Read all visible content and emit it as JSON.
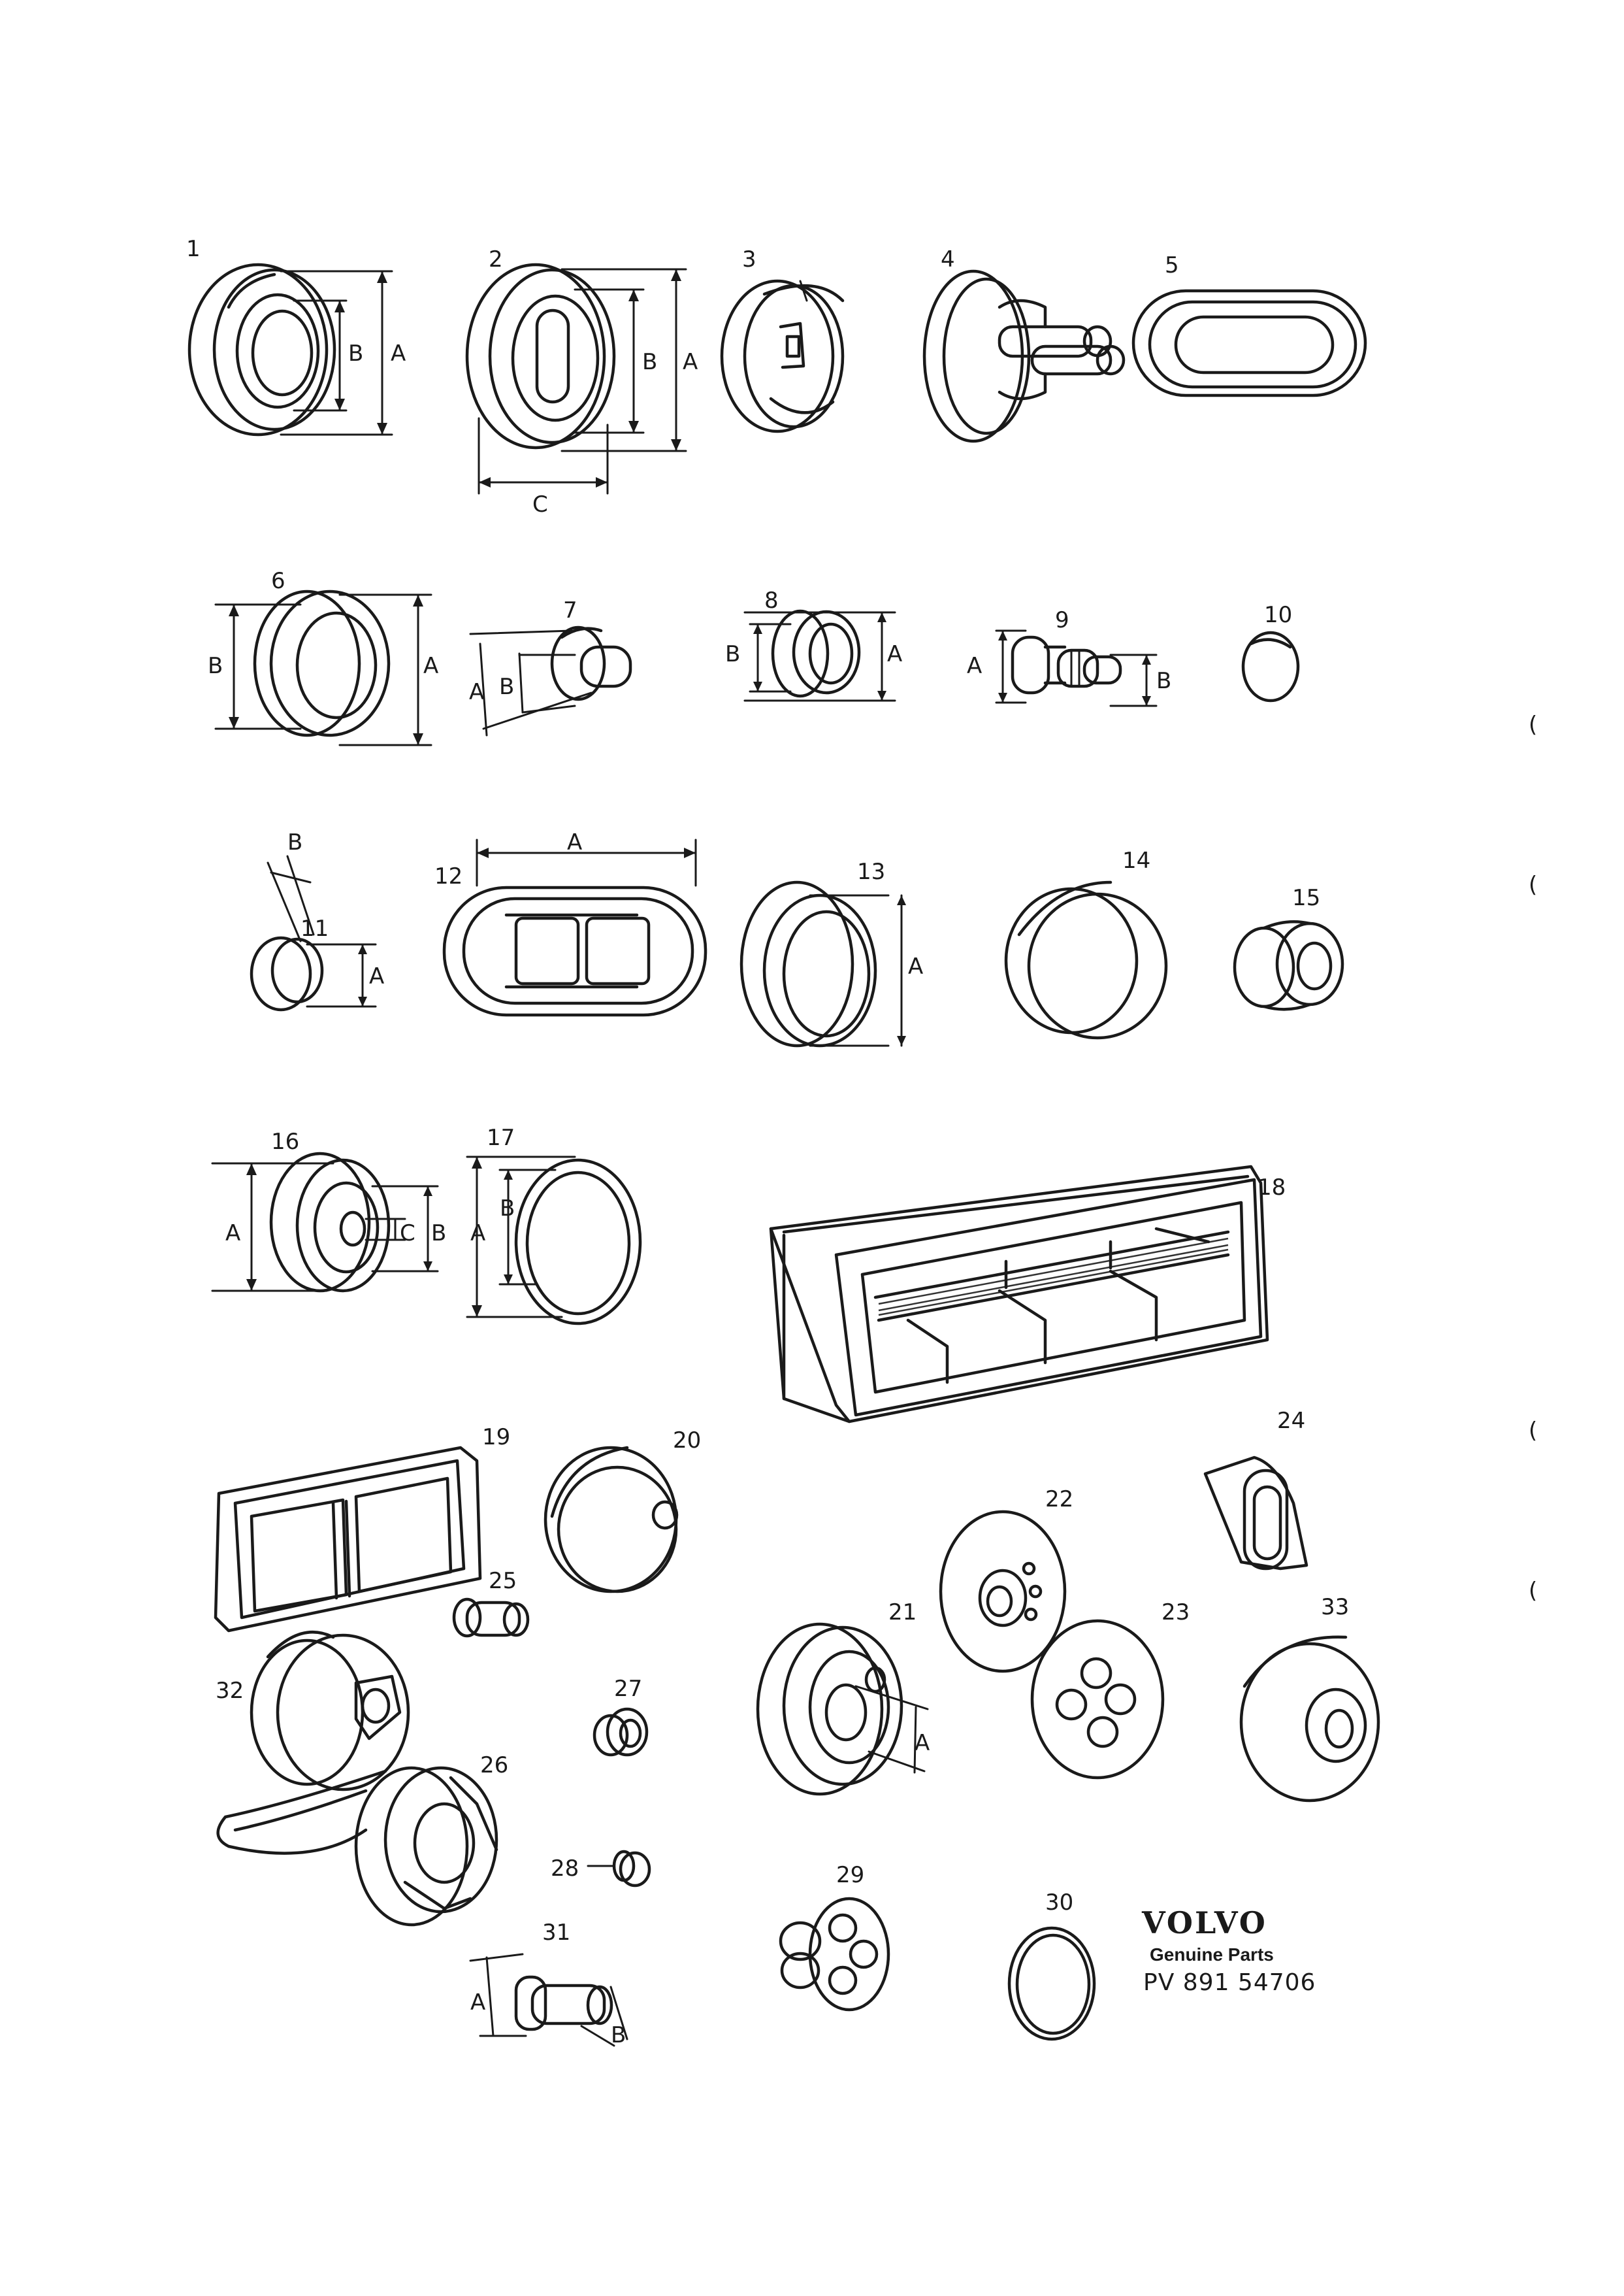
{
  "parts": [
    {
      "number": "1",
      "dims": [
        "A",
        "B"
      ]
    },
    {
      "number": "2",
      "dims": [
        "A",
        "B",
        "C"
      ]
    },
    {
      "number": "3",
      "dims": []
    },
    {
      "number": "4",
      "dims": []
    },
    {
      "number": "5",
      "dims": []
    },
    {
      "number": "6",
      "dims": [
        "A",
        "B"
      ]
    },
    {
      "number": "7",
      "dims": [
        "A",
        "B"
      ]
    },
    {
      "number": "8",
      "dims": [
        "A",
        "B"
      ]
    },
    {
      "number": "9",
      "dims": [
        "A",
        "B"
      ]
    },
    {
      "number": "10",
      "dims": []
    },
    {
      "number": "11",
      "dims": [
        "A",
        "B"
      ]
    },
    {
      "number": "12",
      "dims": [
        "A"
      ]
    },
    {
      "number": "13",
      "dims": [
        "A"
      ]
    },
    {
      "number": "14",
      "dims": []
    },
    {
      "number": "15",
      "dims": []
    },
    {
      "number": "16",
      "dims": [
        "A",
        "B",
        "C"
      ]
    },
    {
      "number": "17",
      "dims": [
        "A",
        "B"
      ]
    },
    {
      "number": "18",
      "dims": []
    },
    {
      "number": "19",
      "dims": []
    },
    {
      "number": "20",
      "dims": []
    },
    {
      "number": "21",
      "dims": [
        "A"
      ]
    },
    {
      "number": "22",
      "dims": []
    },
    {
      "number": "23",
      "dims": []
    },
    {
      "number": "24",
      "dims": []
    },
    {
      "number": "25",
      "dims": []
    },
    {
      "number": "26",
      "dims": []
    },
    {
      "number": "27",
      "dims": []
    },
    {
      "number": "28",
      "dims": []
    },
    {
      "number": "29",
      "dims": []
    },
    {
      "number": "30",
      "dims": []
    },
    {
      "number": "31",
      "dims": [
        "A",
        "B"
      ]
    },
    {
      "number": "32",
      "dims": []
    },
    {
      "number": "33",
      "dims": []
    }
  ],
  "brand": {
    "logo_text": "VOLVO",
    "tagline": "Genuine Parts",
    "part_number": "PV 891 54706"
  },
  "margin_marks": [
    "(",
    "(",
    "(",
    "("
  ]
}
